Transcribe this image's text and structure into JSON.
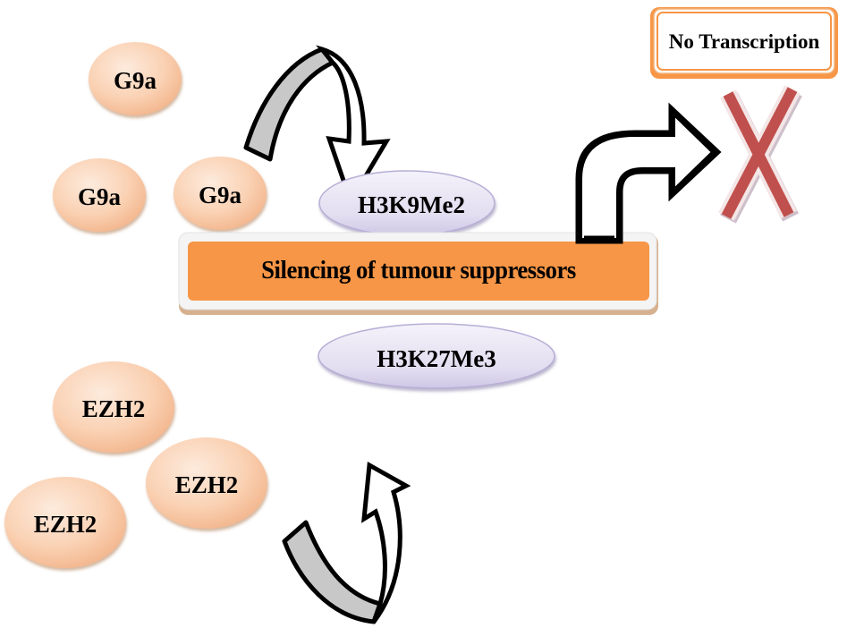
{
  "diagram": {
    "title": "Histone methylation-mediated silencing of tumour suppressors",
    "enzymes": {
      "g9a": [
        "G9a",
        "G9a",
        "G9a"
      ],
      "ezh2": [
        "EZH2",
        "EZH2",
        "EZH2"
      ]
    },
    "marks": {
      "top": "H3K9Me2",
      "bottom": "H3K27Me3"
    },
    "central_process": "Silencing of tumour suppressors",
    "outcome": "No Transcription",
    "outcome_symbol": "cross-icon",
    "colors": {
      "enzyme_fill": "#F9C9A5",
      "enzyme_edge": "#E8A070",
      "mark_fill": "#E4E0F0",
      "mark_edge": "#A89CC8",
      "bar_fill": "#F79646",
      "bar_frame": "#F2F2F2",
      "outcome_border": "#F79646",
      "cross": "#C0504D",
      "arrow_fill_gray": "#C8C8C8"
    }
  }
}
